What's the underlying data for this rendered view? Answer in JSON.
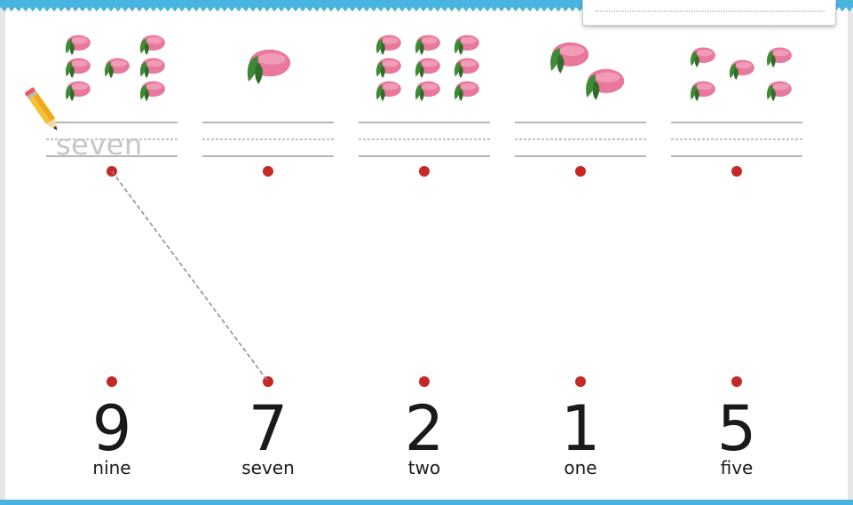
{
  "worksheet": {
    "answer_text": "seven",
    "colors": {
      "frame_blue": "#47b4e0",
      "dot_red": "#c62828",
      "guide_gray": "#9e9e9e",
      "fruit_pink": "#e9799c",
      "leaf_green": "#3f8a36"
    },
    "picture_columns": [
      {
        "name": "group-a",
        "fruit_count": 7
      },
      {
        "name": "group-b",
        "fruit_count": 1
      },
      {
        "name": "group-c",
        "fruit_count": 9
      },
      {
        "name": "group-d",
        "fruit_count": 2
      },
      {
        "name": "group-e",
        "fruit_count": 5
      }
    ],
    "number_columns": [
      {
        "numeral": "9",
        "word": "nine"
      },
      {
        "numeral": "7",
        "word": "seven"
      },
      {
        "numeral": "2",
        "word": "two"
      },
      {
        "numeral": "1",
        "word": "one"
      },
      {
        "numeral": "5",
        "word": "five"
      }
    ],
    "connections": [
      {
        "from_picture_column": 1,
        "to_number_column": 2
      }
    ],
    "icons": {
      "fruit": "peach-icon",
      "tool": "pencil-icon"
    }
  }
}
